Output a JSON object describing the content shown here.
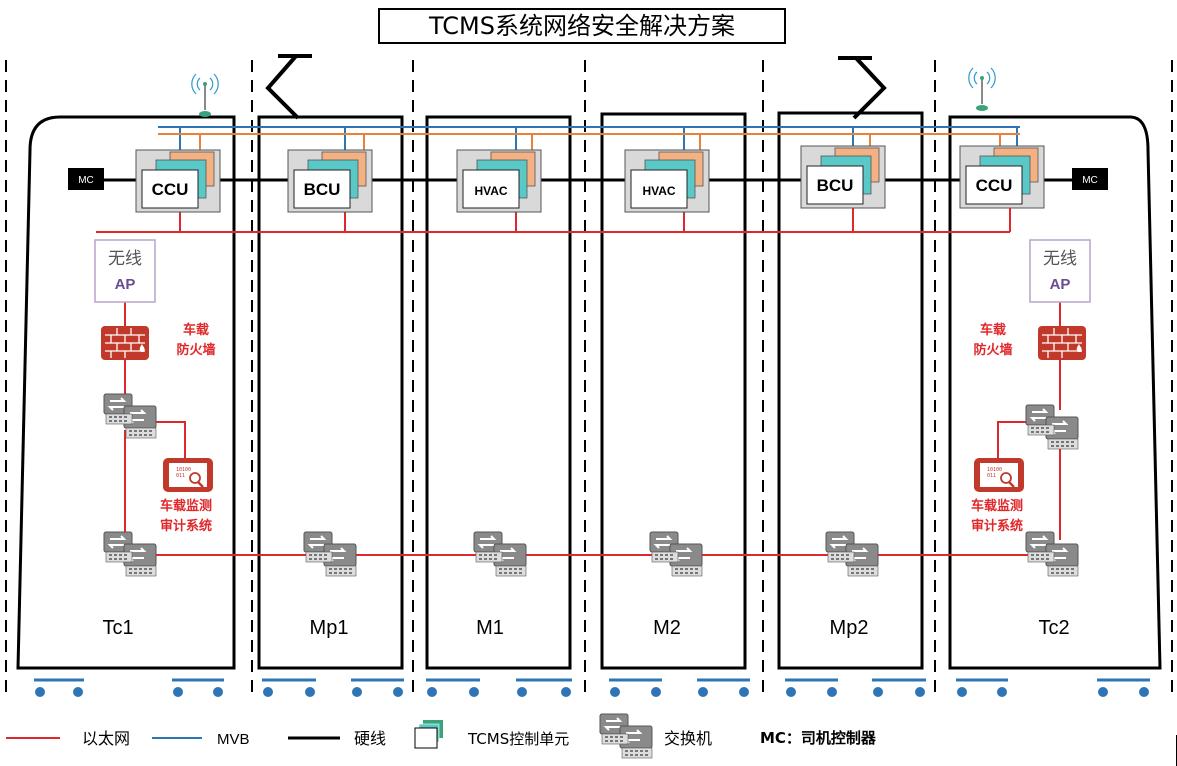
{
  "title": "TCMS系统网络安全解决方案",
  "cars": [
    {
      "name": "Tc1",
      "unit": "CCU",
      "mc": "MC"
    },
    {
      "name": "Mp1",
      "unit": "BCU"
    },
    {
      "name": "M1",
      "unit": "HVAC"
    },
    {
      "name": "M2",
      "unit": "HVAC"
    },
    {
      "name": "Mp2",
      "unit": "BCU"
    },
    {
      "name": "Tc2",
      "unit": "CCU",
      "mc": "MC"
    }
  ],
  "wireless_ap": {
    "line1": "无线",
    "line2": "AP"
  },
  "firewall": {
    "line1": "车载",
    "line2": "防火墙"
  },
  "audit": {
    "line1": "车载监测",
    "line2": "审计系统"
  },
  "legend": {
    "ethernet": "以太网",
    "mvb": "MVB",
    "hardwire": "硬线",
    "tcms": "TCMS控制单元",
    "switch": "交换机",
    "mc": "MC：司机控制器"
  },
  "colors": {
    "ethernet": "#e0282a",
    "mvb": "#2e75b6",
    "hardwire": "#000000",
    "orange": "#f4b183",
    "teal": "#5bc8c8",
    "firewall": "#c0392b",
    "wheel": "#2e75b6"
  }
}
